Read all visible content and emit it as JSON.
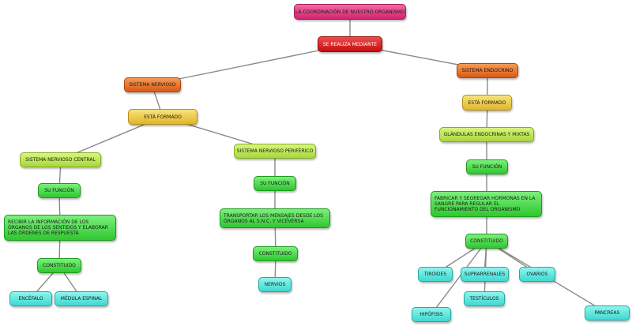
{
  "nodes": {
    "title": "LA COORDINACIÓN DE NUESTRO ORGANISMO",
    "sistemas_regulacion": "SE REALIZA MEDIANTE",
    "sistema_nervioso": "SISTEMA NERVIOSO",
    "sistema_endocrino": "SISTEMA ENDOCRINO",
    "esta_formado_1": "ESTÁ FORMADO",
    "esta_formado_2": "ESTÁ FORMADO",
    "sn_central": "SISTEMA NERVIOSO CENTRAL",
    "sn_periferico": "SISTEMA NERVIOSO PERIFÉRICO",
    "glandulas": "GLÁNDULAS ENDOCRINAS Y MIXTAS",
    "su_funcion_1": "SU FUNCIÓN",
    "su_funcion_2": "SU FUNCIÓN",
    "su_funcion_3": "SU FUNCIÓN",
    "funcion_snc": "RECIBIR LA INFORMACIÓN DE LOS ÓRGANOS DE LOS SENTIDOS Y ELABORAR LAS ÓRDENES DE RESPUESTA",
    "funcion_snp": "TRANSPORTAR LOS MENSAJES DESDE LOS ÓRGANOS AL S.N.C. Y VICEVERSA",
    "funcion_endocrino": "FABRICAR  Y SEGREGAR HORMONAS EN LA SANGRE PARA REGULAR EL FUNCIONAMIENTO DEL ORGANISMO",
    "constituido_1": "CONSTITUIDO",
    "constituido_2": "CONSTITUIDO",
    "constituido_3": "CONSTITUIDO",
    "encefalo": "ENCÉFALO",
    "medula": "MÉDULA ESPINAL",
    "nervios": "NERVIOS",
    "tiroides": "TIROIDES",
    "suprarrenales": "SUPRARRENALES",
    "ovarios": "OVARIOS",
    "testiculos": "TESTÍCULOS",
    "hipofisis": "HIPÓFISIS",
    "pancreas": "PÁNCREAS"
  },
  "colors": {
    "level0": "#e0337c",
    "level1": "#d91a1a",
    "level2": "#e8722e",
    "level3": "#edc94a",
    "level4": "#bde25a",
    "level5": "#4fdd4f",
    "level6": "#5fe6dd"
  }
}
